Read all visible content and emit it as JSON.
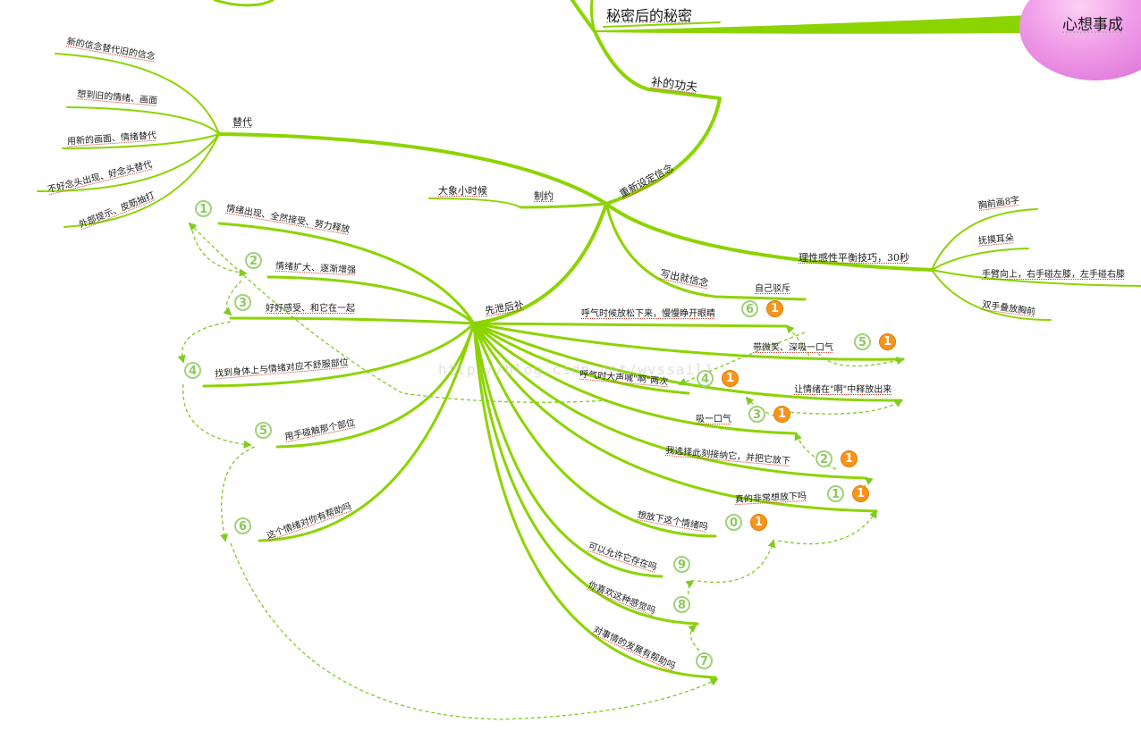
{
  "central": {
    "label": "心想事成"
  },
  "watermark": "http://blog.csdn.net/wyssail1",
  "branches": {
    "secret": "秘密后的秘密",
    "bu_gongfu": "补的功夫",
    "chongxin": "重新设定信念",
    "zhiyue": "制约",
    "daxiang": "大象小时候",
    "tidai": "替代",
    "xiexiehoubu": "先泄后补",
    "lixing": "理性感性平衡技巧，30秒",
    "xiechu": "写出就信念",
    "zijixiachi": "自己驳斥"
  },
  "tidai_items": [
    "新的信念替代旧的信念",
    "想到旧的情绪、画面",
    "用新的画面、情绪替代",
    "不好念头出现、好念头替代",
    "外部提示、皮筋抽打"
  ],
  "lixing_items": [
    "胸前画8字",
    "抚摸耳朵",
    "手臂向上，右手碰左膝，左手碰右膝",
    "双手叠放胸前"
  ],
  "left_steps": [
    "情绪出现、全然接受、努力释放",
    "情绪扩大、逐渐增强",
    "好好感受、和它在一起",
    "找到身体上与情绪对应不舒服部位",
    "用手碰触那个部位",
    "这个情绪对你有帮助吗"
  ],
  "right_steps": [
    "呼气时候放松下来，慢慢睁开眼睛",
    "带微笑、深吸一口气",
    "呼气时大声喊\"啊\"两次",
    "让情绪在\"啊\"中释放出来",
    "吸一口气",
    "我选择此刻接纳它，并把它放下",
    "真的非常想放下吗",
    "想放下这个情绪吗",
    "可以允许它存在吗",
    "你喜欢这种感觉吗",
    "对事情的发展有帮助吗"
  ],
  "badges": {
    "g1": "1",
    "g2": "2",
    "g3": "3",
    "g4": "4",
    "g5": "5",
    "g6": "6",
    "r6": "6",
    "r5": "5",
    "r4": "4",
    "r3": "3",
    "r2": "2",
    "r1": "1",
    "r0": "0",
    "r9": "9",
    "r8": "8",
    "r7": "7",
    "o1": "1"
  },
  "colors": {
    "branch": "#8cd400",
    "connector": "#7fcc20",
    "badge_green": "#9fd27a",
    "badge_orange": "#f7941d",
    "central": "#e88ae0"
  }
}
